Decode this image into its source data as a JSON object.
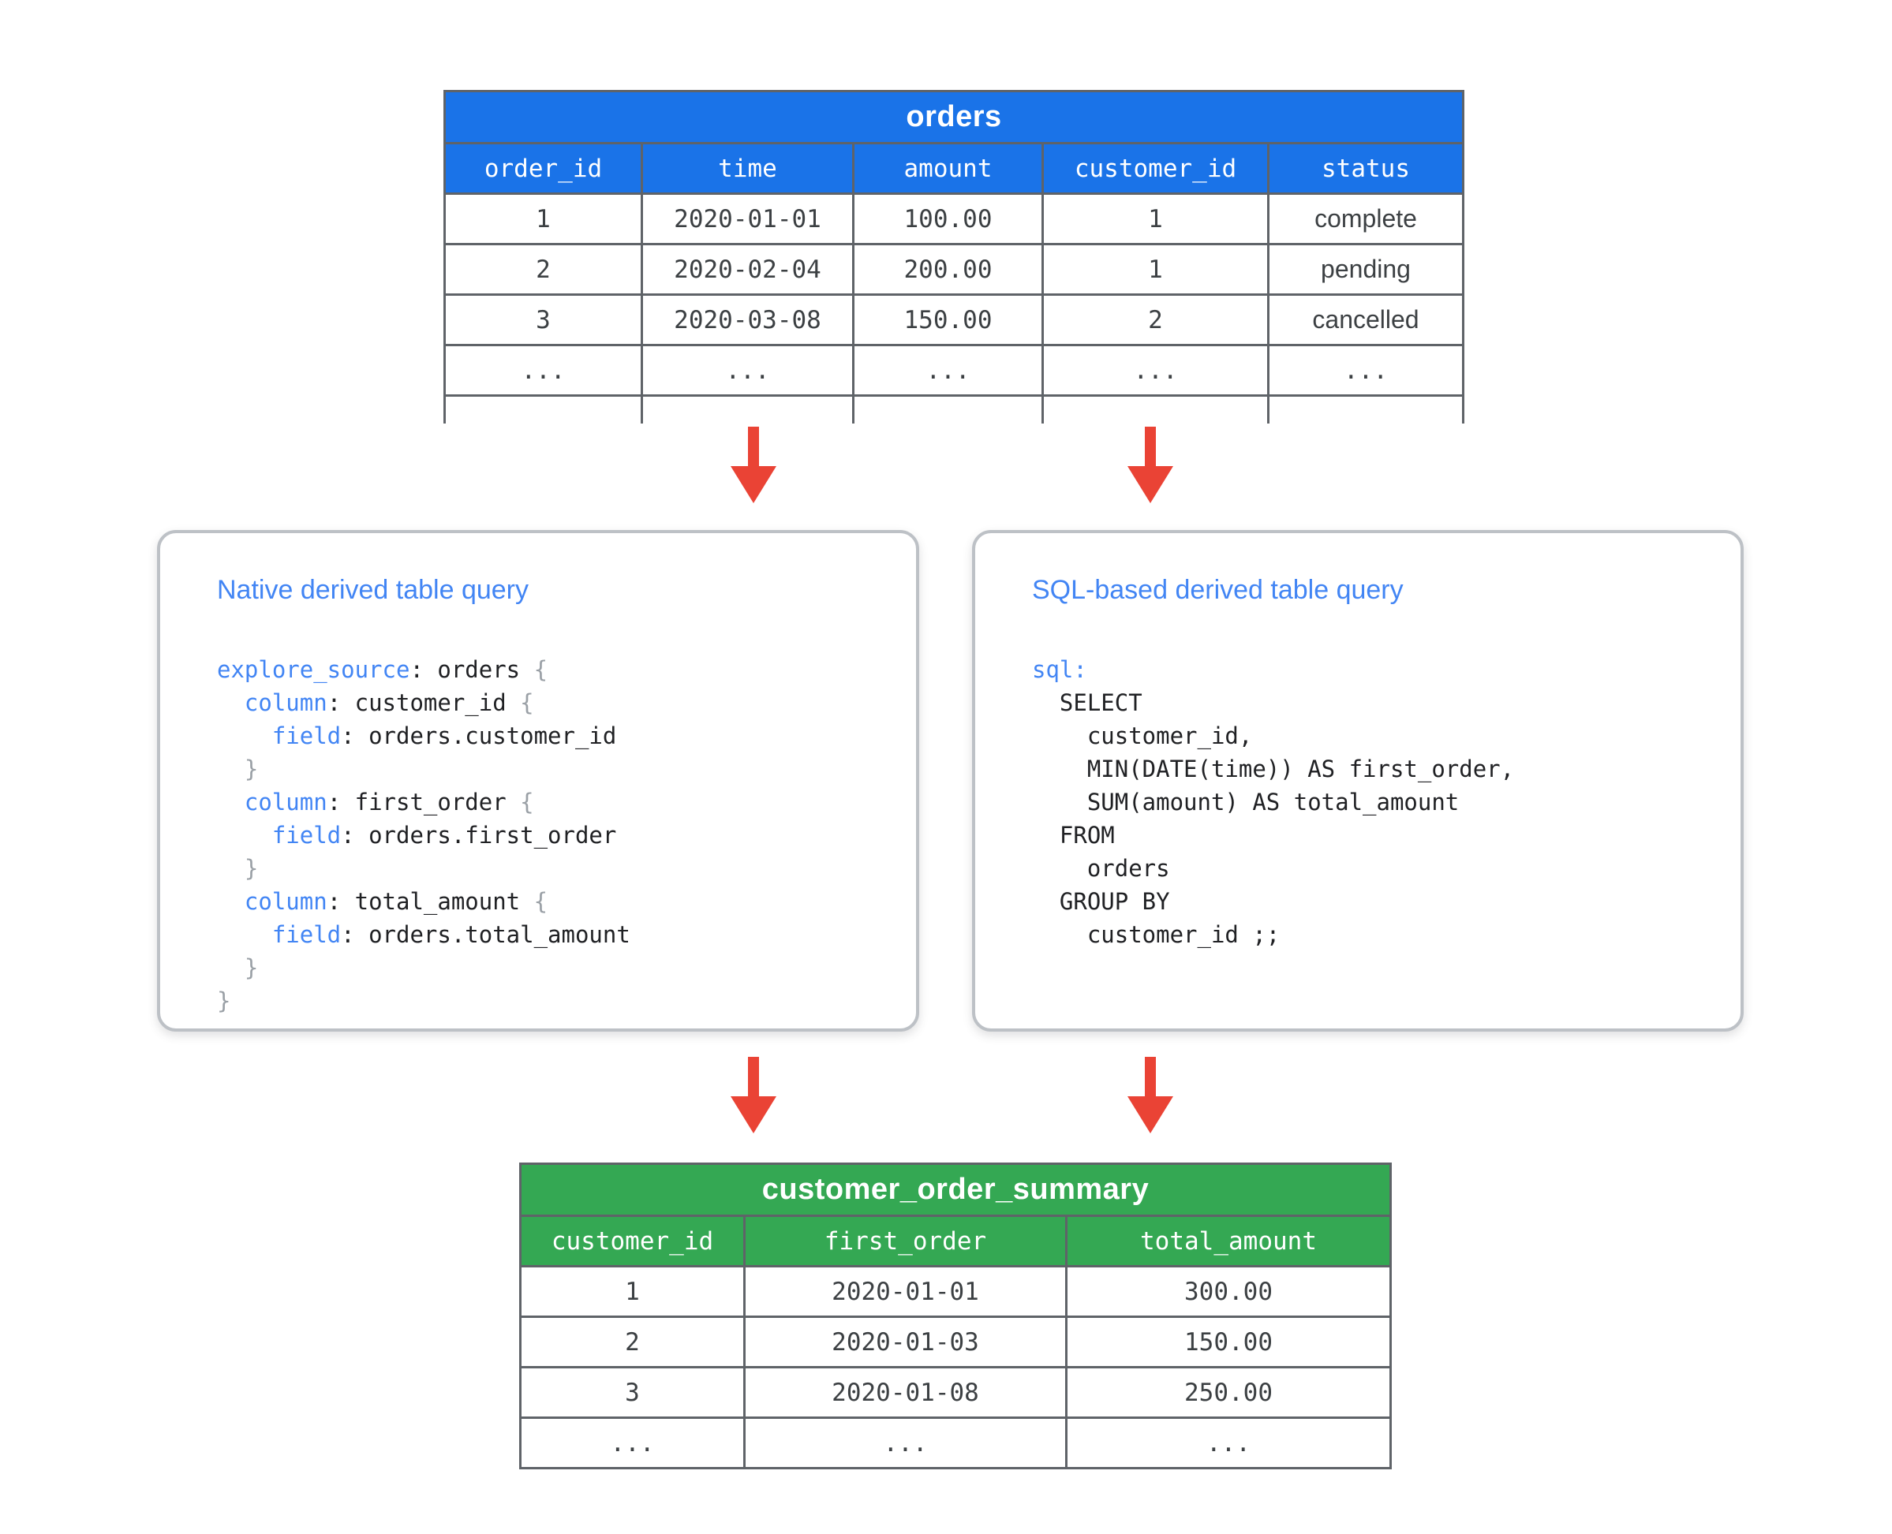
{
  "colors": {
    "orders_header_blue": "#1a73e8",
    "summary_header_green": "#34a853",
    "arrow_red": "#ea4335",
    "box_title_blue": "#4285f4",
    "code_keyword_blue": "#4285f4",
    "code_brace_gray": "#9aa0a6",
    "table_border_gray": "#5f6368",
    "box_border_gray": "#bdc1c6",
    "cell_text": "#3c4043"
  },
  "orders_table": {
    "title": "orders",
    "columns": [
      "order_id",
      "time",
      "amount",
      "customer_id",
      "status"
    ],
    "rows": [
      [
        "1",
        "2020-01-01",
        "100.00",
        "1",
        "complete"
      ],
      [
        "2",
        "2020-02-04",
        "200.00",
        "1",
        "pending"
      ],
      [
        "3",
        "2020-03-08",
        "150.00",
        "2",
        "cancelled"
      ],
      [
        "...",
        "...",
        "...",
        "...",
        "..."
      ]
    ],
    "cut_off_row": true
  },
  "native_box": {
    "title": "Native derived table query",
    "code": [
      [
        [
          "kw",
          "explore_source"
        ],
        [
          "pu",
          ":"
        ],
        [
          "tx",
          " orders "
        ],
        [
          "br",
          "{"
        ]
      ],
      [
        [
          "tx",
          "  "
        ],
        [
          "kw",
          "column"
        ],
        [
          "pu",
          ":"
        ],
        [
          "tx",
          " customer_id "
        ],
        [
          "br",
          "{"
        ]
      ],
      [
        [
          "tx",
          "    "
        ],
        [
          "kw",
          "field"
        ],
        [
          "pu",
          ":"
        ],
        [
          "tx",
          " orders.customer_id"
        ]
      ],
      [
        [
          "tx",
          "  "
        ],
        [
          "br",
          "}"
        ]
      ],
      [
        [
          "tx",
          "  "
        ],
        [
          "kw",
          "column"
        ],
        [
          "pu",
          ":"
        ],
        [
          "tx",
          " first_order "
        ],
        [
          "br",
          "{"
        ]
      ],
      [
        [
          "tx",
          "    "
        ],
        [
          "kw",
          "field"
        ],
        [
          "pu",
          ":"
        ],
        [
          "tx",
          " orders.first_order"
        ]
      ],
      [
        [
          "tx",
          "  "
        ],
        [
          "br",
          "}"
        ]
      ],
      [
        [
          "tx",
          "  "
        ],
        [
          "kw",
          "column"
        ],
        [
          "pu",
          ":"
        ],
        [
          "tx",
          " total_amount "
        ],
        [
          "br",
          "{"
        ]
      ],
      [
        [
          "tx",
          "    "
        ],
        [
          "kw",
          "field"
        ],
        [
          "pu",
          ":"
        ],
        [
          "tx",
          " orders.total_amount"
        ]
      ],
      [
        [
          "tx",
          "  "
        ],
        [
          "br",
          "}"
        ]
      ],
      [
        [
          "br",
          "}"
        ]
      ]
    ]
  },
  "sql_box": {
    "title": "SQL-based derived table query",
    "code": [
      [
        [
          "kw",
          "sql:"
        ]
      ],
      [
        [
          "tx",
          "  SELECT"
        ]
      ],
      [
        [
          "tx",
          "    customer_id,"
        ]
      ],
      [
        [
          "tx",
          "    MIN(DATE(time)) AS first_order,"
        ]
      ],
      [
        [
          "tx",
          "    SUM(amount) AS total_amount"
        ]
      ],
      [
        [
          "tx",
          "  FROM"
        ]
      ],
      [
        [
          "tx",
          "    orders"
        ]
      ],
      [
        [
          "tx",
          "  GROUP BY"
        ]
      ],
      [
        [
          "tx",
          "    customer_id ;;"
        ]
      ]
    ]
  },
  "summary_table": {
    "title": "customer_order_summary",
    "columns": [
      "customer_id",
      "first_order",
      "total_amount"
    ],
    "rows": [
      [
        "1",
        "2020-01-01",
        "300.00"
      ],
      [
        "2",
        "2020-01-03",
        "150.00"
      ],
      [
        "3",
        "2020-01-08",
        "250.00"
      ],
      [
        "...",
        "...",
        "..."
      ]
    ]
  }
}
